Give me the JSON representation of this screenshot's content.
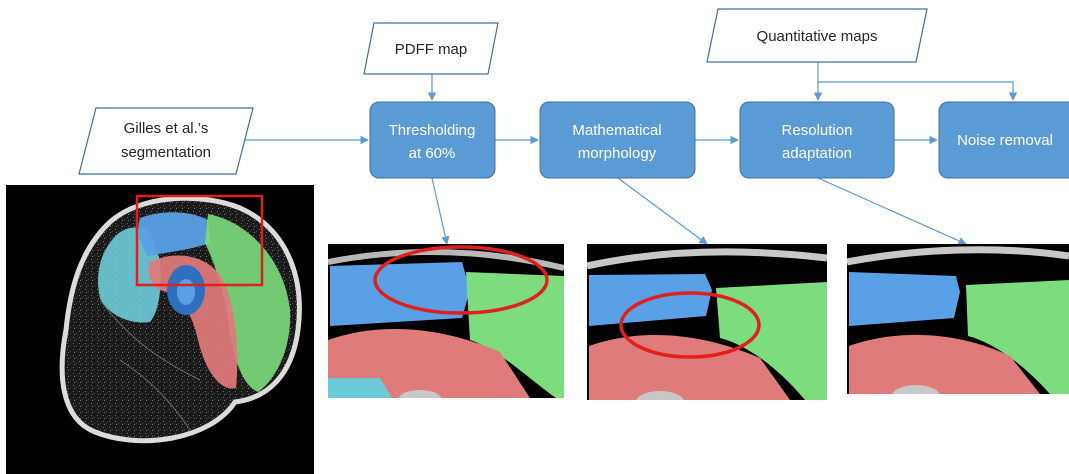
{
  "inputs": {
    "segmentation": [
      "Gilles et al.’s",
      "segmentation"
    ],
    "pdff": "PDFF map",
    "quant": "Quantitative maps"
  },
  "steps": {
    "threshold": [
      "Thresholding",
      "at 60%"
    ],
    "morph": [
      "Mathematical",
      "morphology"
    ],
    "resolution": [
      "Resolution",
      "adaptation"
    ],
    "noise": "Noise removal"
  },
  "colors": {
    "process_box": "#5b9bd5",
    "process_text": "#ffffff",
    "input_border": "#41719c",
    "arrow": "#5b9bd5",
    "highlight": "#e0201b",
    "muscle_blue": "#5aa0e6",
    "muscle_cyan": "#6cc9d6",
    "muscle_red": "#e07b7b",
    "muscle_green": "#7ddc7d",
    "bone_blue": "#2f6fc0",
    "background_scan": "#000000"
  }
}
